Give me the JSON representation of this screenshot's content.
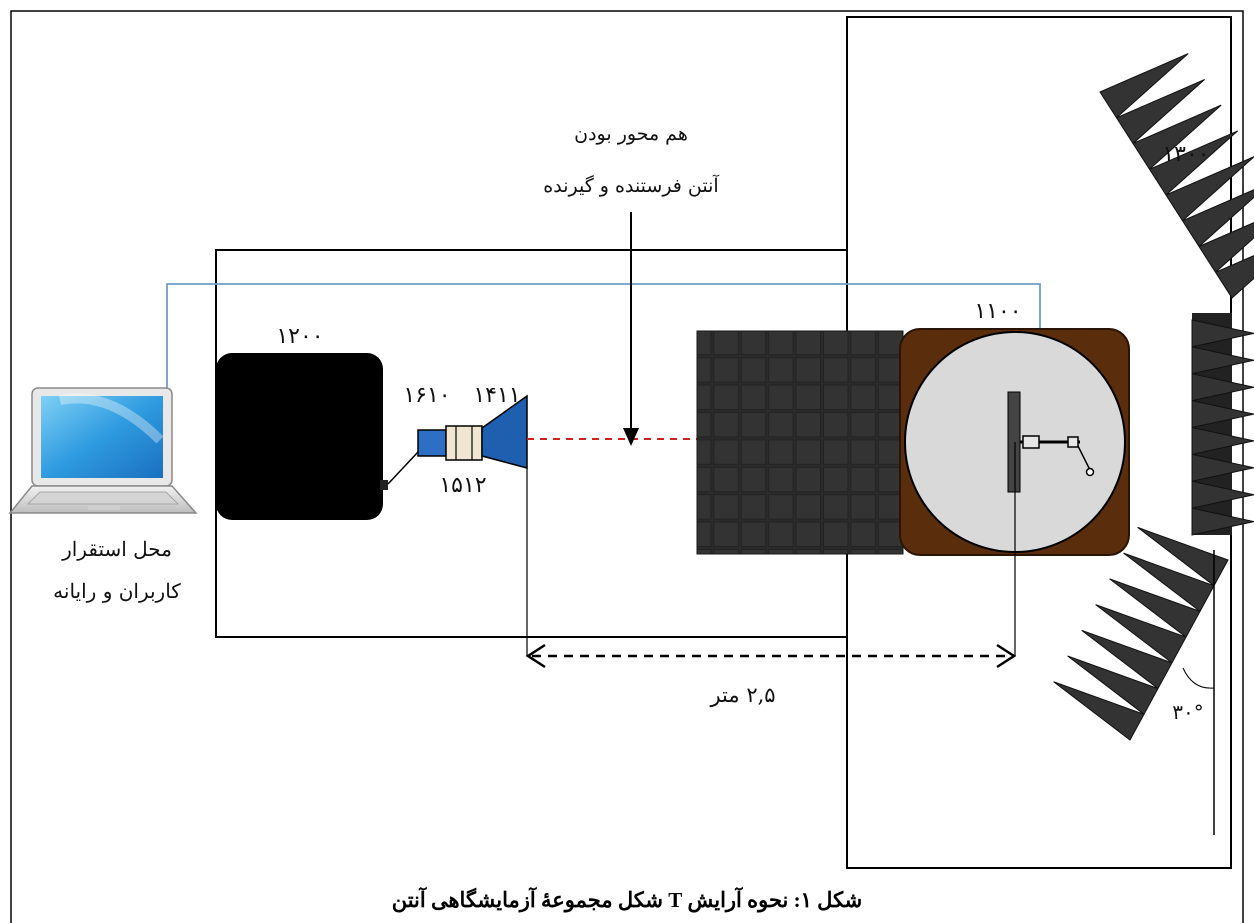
{
  "diagram": {
    "coaxial_label": {
      "line1": "هم محور بودن",
      "line2": "آنتن فرستنده و گیرنده"
    },
    "numbers": {
      "unit_1200": "۱۲۰۰",
      "unit_1610": "۱۶۱۰",
      "unit_1411": "۱۴۱۱",
      "unit_1512": "۱۵۱۲",
      "unit_1100": "۱۱۰۰",
      "unit_1300": "۱۳۰۰"
    },
    "user_location": {
      "line1": "محل استقرار",
      "line2": "کاربران و رایانه"
    },
    "distance_label": "۲,۵ متر",
    "angle_label": "۳۰°",
    "caption": "شکل ۱: نحوه آرایش T شکل مجموعهٔ آزمایشگاهی آنتن"
  },
  "colors": {
    "cable": "#6f9ec6",
    "laser": "#cc2222",
    "absorber": "#333333",
    "turntable_base": "#5a2d0c",
    "turntable_disc": "#d9d9d9",
    "horn": "#1f5fb0",
    "connector": "#2d6fc4"
  }
}
